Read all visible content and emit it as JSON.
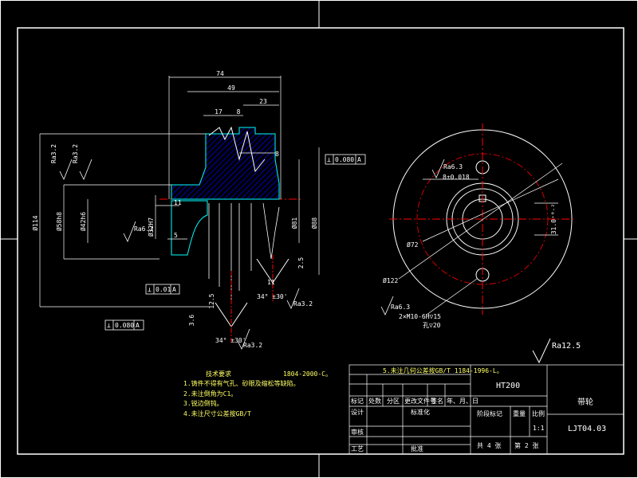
{
  "colors": {
    "background": "#000000",
    "frame": "#ffffff",
    "outline": "#00ffff",
    "centerline": "#ff0000",
    "hatch": "#0000ff",
    "dimension": "#ffffff",
    "text": "#ffff66"
  },
  "section_view": {
    "dims": {
      "overall_width": "74",
      "hub_width": "49",
      "groove_a": "17",
      "groove_b": "8",
      "groove_c": "23",
      "small_8": "8",
      "small_11": "11",
      "small_5": "5",
      "dia_114": "Ø114",
      "dia_58": "Ø58h8",
      "dia_42": "Ø42h6",
      "dia_88": "Ø88",
      "dia_81": "Ø81",
      "dia_32": "Ø32H7",
      "dim_2_5": "2.5",
      "dim_12_5": "12.5",
      "dim_3_6": "3.6",
      "dim_11": "11",
      "angle_1": "34° ±30'",
      "angle_2": "34° ±30'"
    },
    "roughness": {
      "r1": "Ra3.2",
      "r2": "Ra3.2",
      "r3": "Ra6.3",
      "r4": "Ra3.2",
      "r5": "Ra3.2"
    },
    "tolerance_frames": {
      "t1_symbol": "⊥",
      "t1_value": "0.080",
      "t1_datum": "A",
      "t2_symbol": "⊥",
      "t2_value": "0.01",
      "t2_datum": "A",
      "t3_symbol": "⊥",
      "t3_value": "0.080",
      "t3_datum": "A"
    }
  },
  "front_view": {
    "roughness_top": "Ra6.3",
    "dim_slot": "8±0.018",
    "dim_31": "31.0⁺⁰·²",
    "dim_72": "Ø72",
    "dim_122": "Ø122",
    "roughness_bottom": "Ra6.3",
    "holes_note": "2×M10-6H▽15",
    "holes_depth": "孔▽20"
  },
  "general_roughness": "Ra12.5",
  "technical_requirements": {
    "title": "技术要求",
    "standard": "1804-2000-C。",
    "items": [
      "1.铸件不得有气孔、砂眼及缩松等缺陷。",
      "2.未注倒角为C1。",
      "3.锐边倒钝。",
      "4.未注尺寸公差按GB/T",
      "5.未注几何公差按GB/T 1184-1996-L。"
    ]
  },
  "title_block": {
    "material": "HT200",
    "part_name": "带轮",
    "drawing_no": "LJT04.03",
    "row_labels": [
      "标记",
      "处数",
      "分区",
      "更改文件号",
      "签名",
      "年、月、日"
    ],
    "design": "设计",
    "standardize": "标准化",
    "stage_label": "阶段标记",
    "weight_label": "重量",
    "scale_label": "比例",
    "scale_value": "1:1",
    "review": "审核",
    "process": "工艺",
    "approve": "批准",
    "sheets": "共 4 张",
    "sheet_no": "第 2 张"
  }
}
